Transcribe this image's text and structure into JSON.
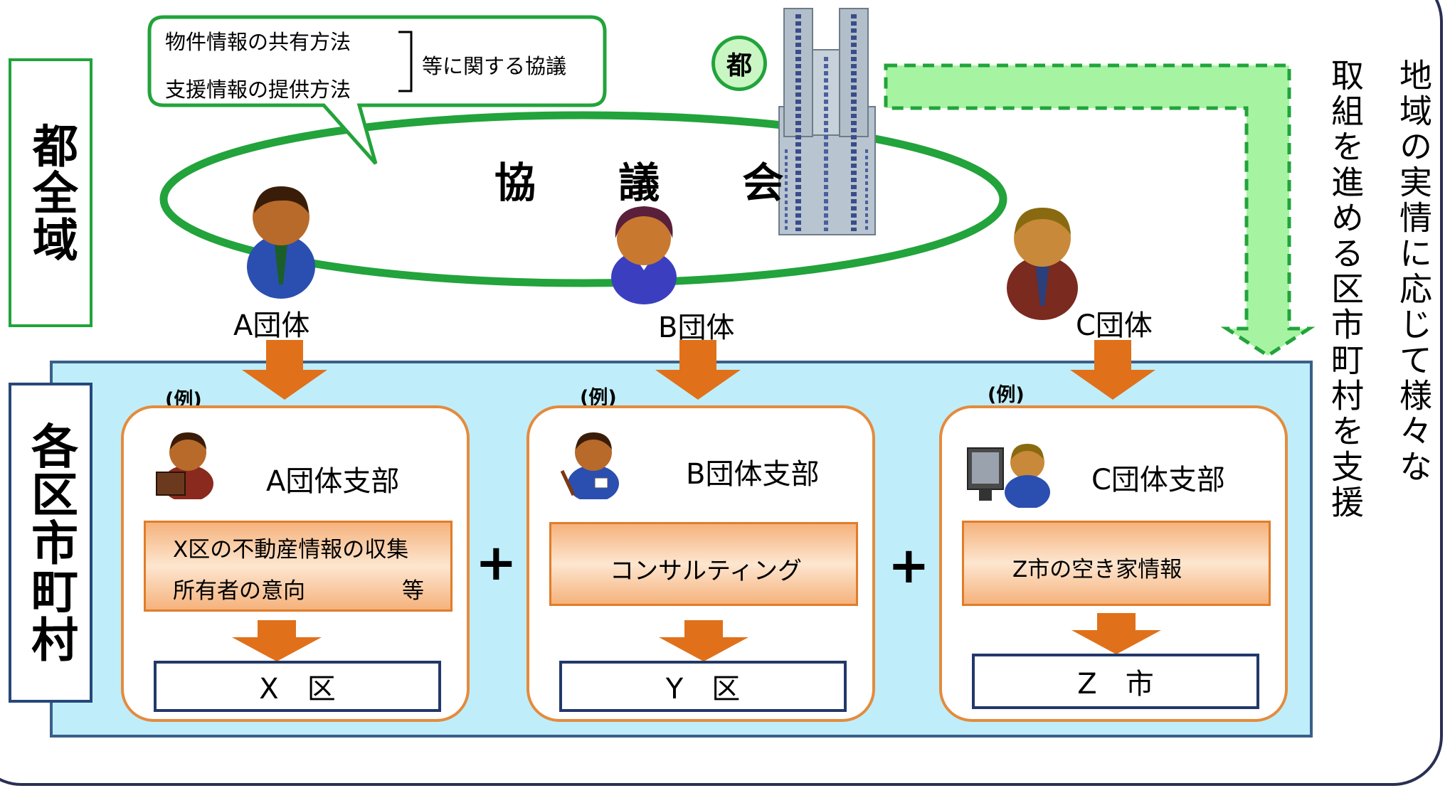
{
  "region_labels": {
    "top": "都全域",
    "bottom": "各区市町村"
  },
  "council": {
    "title": "協 議 会"
  },
  "speech_bubble": {
    "line1": "物件情報の共有方法",
    "line2": "支援情報の提供方法",
    "suffix": "等に関する協議"
  },
  "tokyo_badge": "都",
  "organizations": [
    {
      "label": "A団体"
    },
    {
      "label": "B団体"
    },
    {
      "label": "C団体"
    }
  ],
  "branches": [
    {
      "example": "(例)",
      "title": "A団体支部",
      "activity_line1": "X区の不動産情報の収集",
      "activity_line2": "所有者の意向",
      "activity_suffix": "等",
      "result": "X　区"
    },
    {
      "example": "(例)",
      "title": "B団体支部",
      "activity_line1": "コンサルティング",
      "result": "Y　区"
    },
    {
      "example": "(例)",
      "title": "C団体支部",
      "activity_line1": "Z市の空き家情報",
      "result": "Z　市"
    }
  ],
  "plus_signs": [
    "+",
    "+"
  ],
  "side_text": {
    "column1": "地域の実情に応じて様々な",
    "column2": "取組を進める区市町村を支援"
  },
  "colors": {
    "green": "#22a33b",
    "light_green": "#9ef59a",
    "orange": "#e0711a",
    "light_blue": "#bfeefa",
    "navy": "#26487a"
  }
}
